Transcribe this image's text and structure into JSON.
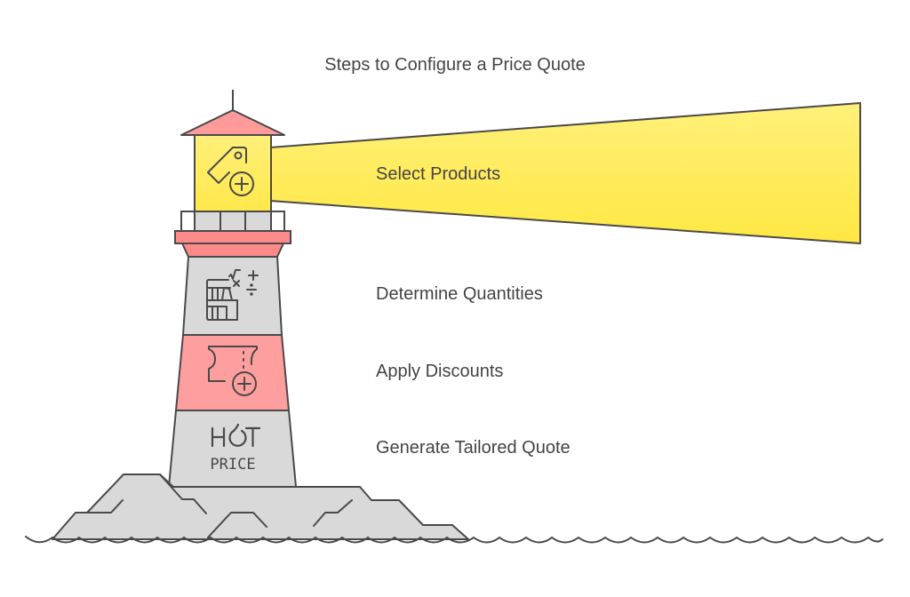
{
  "title": "Steps to Configure a Price Quote",
  "steps": [
    {
      "label": "Select Products",
      "icon": "price-tag-plus-icon"
    },
    {
      "label": "Determine Quantities",
      "icon": "calculator-shelf-icon"
    },
    {
      "label": "Apply Discounts",
      "icon": "coupon-plus-icon"
    },
    {
      "label": "Generate Tailored Quote",
      "icon": "hot-price-icon"
    }
  ],
  "hot_price": {
    "line1": "H T",
    "line2": "PRICE"
  },
  "colors": {
    "stroke": "#4a4a4a",
    "red": "#ff9a9a",
    "red_dark": "#ff8686",
    "gray": "#d9d9d9",
    "yellow_top": "#fff07a",
    "yellow_bottom": "#ffe84a",
    "text": "#444444"
  }
}
